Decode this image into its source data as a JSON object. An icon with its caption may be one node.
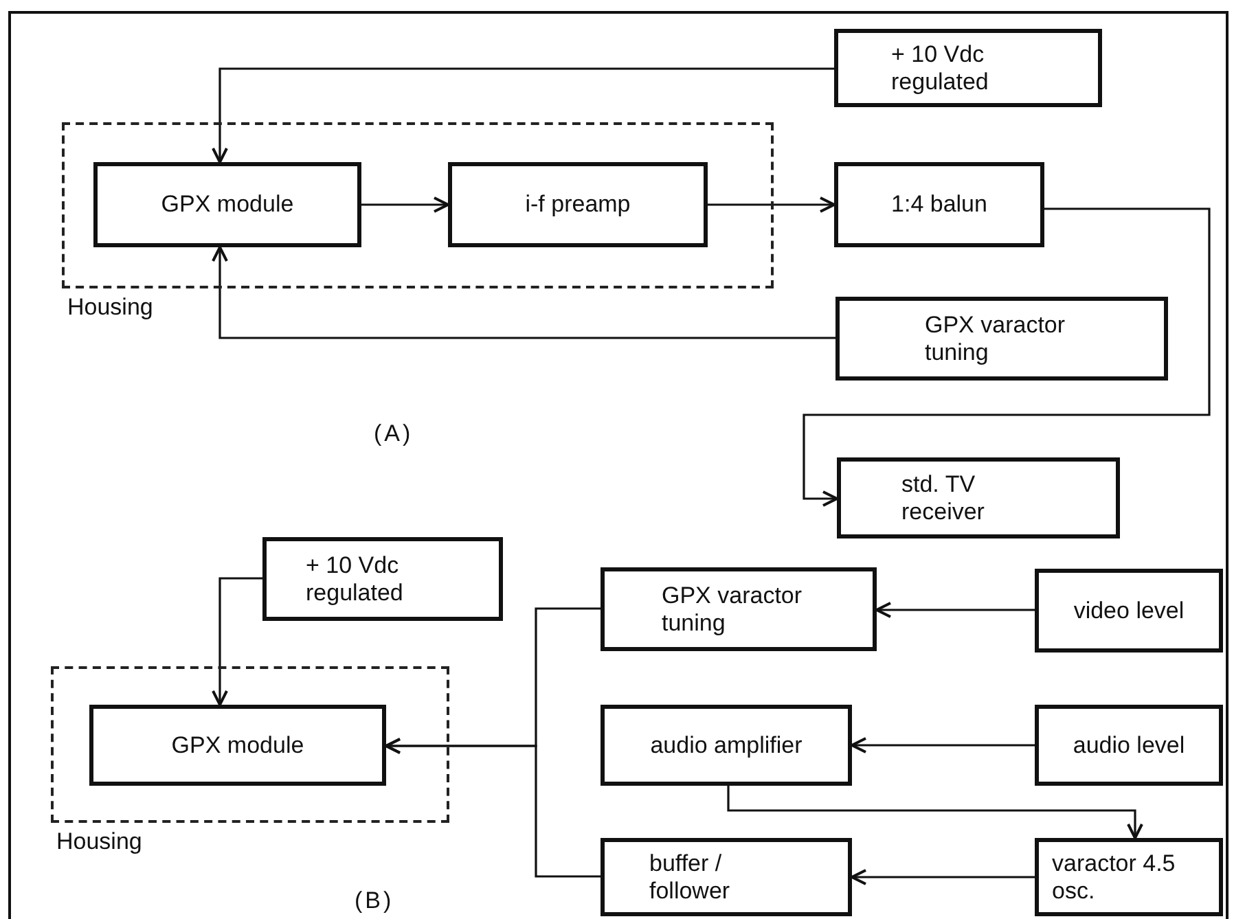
{
  "diagram": {
    "nodes": [
      {
        "text": [
          "+ 10 Vdc regulated"
        ]
      },
      {
        "text": [
          "Housing"
        ]
      },
      {
        "text": [
          "GPX module"
        ],
        "in": 1
      },
      {
        "text": [
          "i-f preamp"
        ],
        "in": 1
      },
      {
        "text": [
          "1:4 balun"
        ]
      },
      {
        "text": [
          "GPX varactor tuning"
        ]
      },
      {
        "text": [
          "std. TV receiver"
        ]
      },
      {
        "text": [
          "+ 10 Vdc regulated"
        ]
      },
      {
        "text": [
          "Housing"
        ]
      },
      {
        "text": [
          "GPX module"
        ],
        "in": 8
      },
      {
        "text": [
          "GPX varactor tuning"
        ]
      },
      {
        "text": [
          "video level"
        ]
      },
      {
        "text": [
          "audio amplifier"
        ]
      },
      {
        "text": [
          "audio level"
        ]
      },
      {
        "text": [
          "buffer / follower"
        ]
      },
      {
        "text": [
          "varactor 4.5 osc."
        ]
      }
    ],
    "edges": [
      {
        "from": 0,
        "to": 2,
        "arrow": "to"
      },
      {
        "from": 2,
        "to": 3,
        "arrow": "to"
      },
      {
        "from": 3,
        "to": 4,
        "arrow": "to"
      },
      {
        "from": 4,
        "to": 6,
        "arrow": "to"
      },
      {
        "from": 5,
        "to": 2,
        "arrow": "to"
      },
      {
        "from": 7,
        "to": 9,
        "arrow": "to"
      },
      {
        "from": 11,
        "to": 10,
        "arrow": "to"
      },
      {
        "from": 13,
        "to": 12,
        "arrow": "to"
      },
      {
        "from": 12,
        "to": 15,
        "arrow": "to"
      },
      {
        "from": 15,
        "to": 14,
        "arrow": "to"
      },
      {
        "from": 10,
        "to": 9,
        "arrow": "to"
      },
      {
        "from": 14,
        "to": 9,
        "arrow": "to"
      }
    ],
    "labels": [
      "(A)",
      "(B)"
    ]
  }
}
